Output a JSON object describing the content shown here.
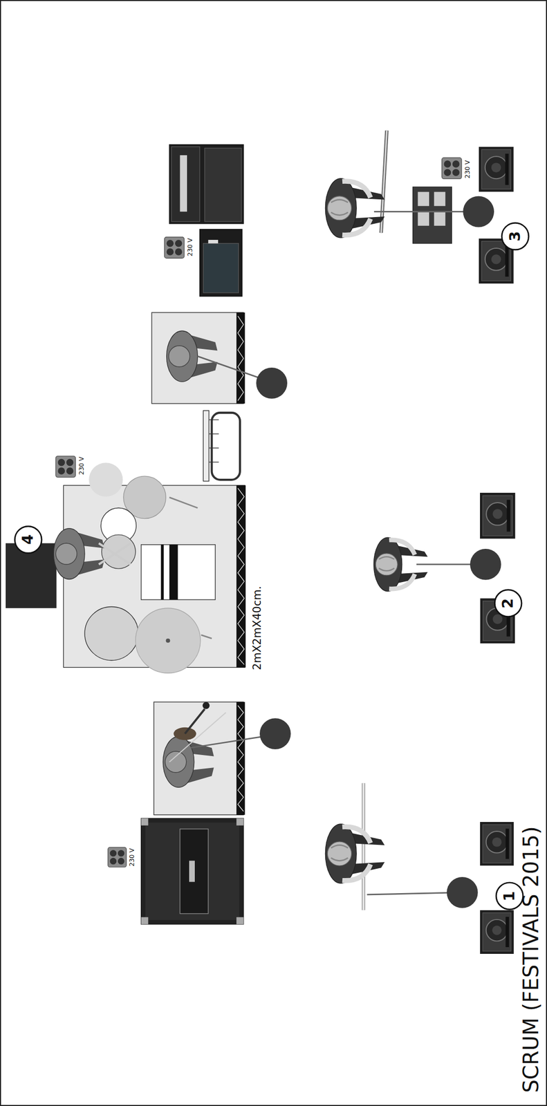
{
  "diagram": {
    "title": "SCRUM (FESTIVALS 2015)",
    "labels": [
      "1",
      "2",
      "3",
      "4",
      "2mX2mX40cm.",
      "230 V",
      "230 V",
      "230 V",
      "230 V"
    ]
  }
}
